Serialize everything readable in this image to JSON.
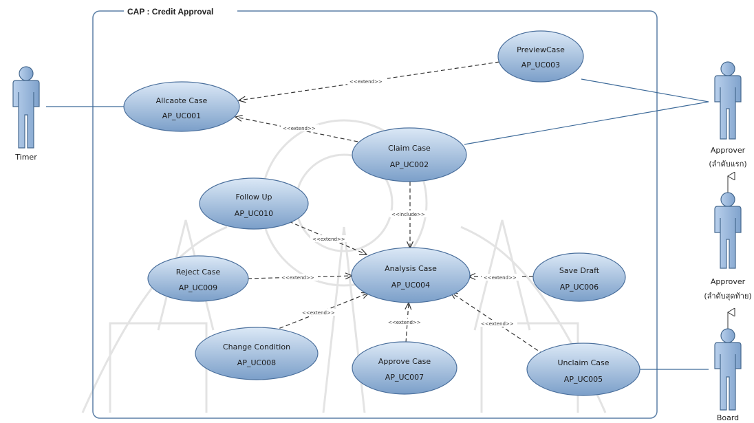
{
  "boundary": {
    "title": "CAP : Credit Approval"
  },
  "colors": {
    "ellipse_fill_top": "#cfe0f3",
    "ellipse_fill_bottom": "#7ea3cc",
    "ellipse_stroke": "#4a6f9c",
    "actor_fill": "#9fbce0",
    "actor_stroke": "#46698f",
    "line": "#3d6a99",
    "dashed": "#333333",
    "boundary": "#5b7fa6"
  },
  "use_cases": [
    {
      "id": "uc001",
      "name": "Allcaote Case",
      "code": "AP_UC001"
    },
    {
      "id": "uc003",
      "name": "PreviewCase",
      "code": "AP_UC003"
    },
    {
      "id": "uc002",
      "name": "Claim Case",
      "code": "AP_UC002"
    },
    {
      "id": "uc010",
      "name": "Follow Up",
      "code": "AP_UC010"
    },
    {
      "id": "uc004",
      "name": "Analysis Case",
      "code": "AP_UC004"
    },
    {
      "id": "uc009",
      "name": "Reject Case",
      "code": "AP_UC009"
    },
    {
      "id": "uc006",
      "name": "Save Draft",
      "code": "AP_UC006"
    },
    {
      "id": "uc008",
      "name": "Change Condition",
      "code": "AP_UC008"
    },
    {
      "id": "uc007",
      "name": "Approve Case",
      "code": "AP_UC007"
    },
    {
      "id": "uc005",
      "name": "Unclaim Case",
      "code": "AP_UC005"
    }
  ],
  "actors": [
    {
      "id": "timer",
      "label": "Timer"
    },
    {
      "id": "approver1",
      "label": "Approver",
      "sublabel": "(ลำดับแรก)"
    },
    {
      "id": "approver2",
      "label": "Approver",
      "sublabel": "(ลำดับสุดท้าย)"
    },
    {
      "id": "board",
      "label": "Board"
    }
  ],
  "relations": [
    {
      "from": "uc003",
      "to": "uc001",
      "stereotype": "<<extend>>"
    },
    {
      "from": "uc002",
      "to": "uc001",
      "stereotype": "<<extend>>"
    },
    {
      "from": "uc002",
      "to": "uc004",
      "stereotype": "<<include>>"
    },
    {
      "from": "uc010",
      "to": "uc004",
      "stereotype": "<<extend>>"
    },
    {
      "from": "uc009",
      "to": "uc004",
      "stereotype": "<<extend>>"
    },
    {
      "from": "uc006",
      "to": "uc004",
      "stereotype": "<<extend>>"
    },
    {
      "from": "uc008",
      "to": "uc004",
      "stereotype": "<<extend>>"
    },
    {
      "from": "uc007",
      "to": "uc004",
      "stereotype": "<<extend>>"
    },
    {
      "from": "uc005",
      "to": "uc004",
      "stereotype": "<<extend>>"
    }
  ]
}
